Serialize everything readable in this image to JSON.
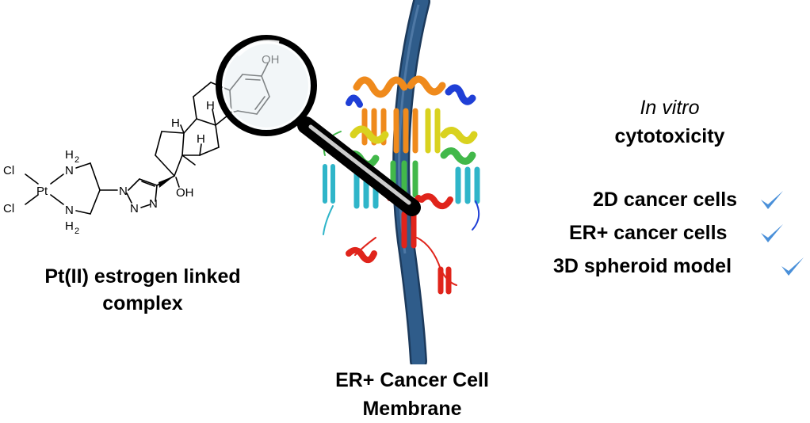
{
  "molecule": {
    "label_cl_top": "Cl",
    "label_cl_bottom": "Cl",
    "label_pt": "Pt",
    "label_nh2_top_n": "N",
    "label_nh2_top_h": "H",
    "label_nh2_top_sub": "2",
    "label_nh2_bottom_n": "N",
    "label_nh2_bottom_h": "H",
    "label_nh2_bottom_sub": "2",
    "label_triazole_n1": "N",
    "label_triazole_n2": "N",
    "label_triazole_n3": "N",
    "label_oh_top": "OH",
    "label_oh_bottom": "OH",
    "label_h_a": "H",
    "label_h_b": "H",
    "label_h_c": "H"
  },
  "left_caption": {
    "line1": "Pt(II) estrogen linked",
    "line2": "complex"
  },
  "bottom_caption": {
    "line1": "ER+ Cancer Cell",
    "line2": "Membrane"
  },
  "right_panel": {
    "title_italic": "In vitro",
    "title_line2": "cytotoxicity",
    "items": [
      "2D cancer cells",
      "ER+ cancer cells",
      "3D spheroid model"
    ],
    "check_color": "#4a90d9"
  },
  "colors": {
    "membrane": "#2f5c8a",
    "membrane_edge": "#1c3a5c",
    "protein_red": "#e0241b",
    "protein_orange": "#ef8a1c",
    "protein_yellow": "#d9d21f",
    "protein_green": "#42b84a",
    "protein_cyan": "#2fb5c9",
    "protein_blue": "#1f3fd6"
  }
}
